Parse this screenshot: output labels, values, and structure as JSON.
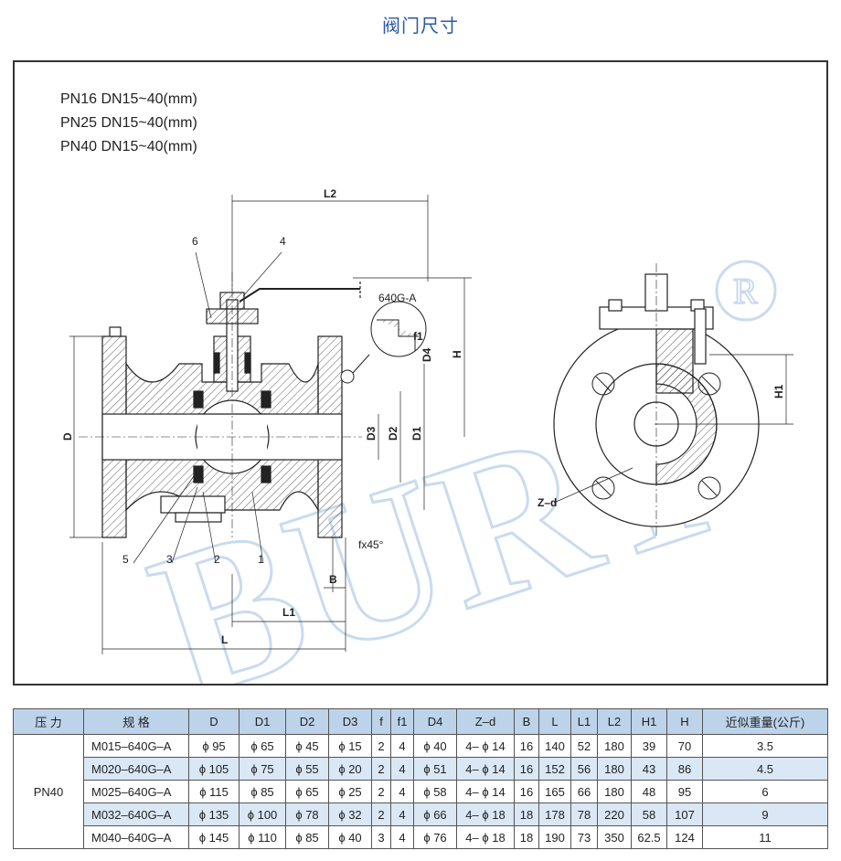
{
  "page": {
    "title": "阀门尺寸"
  },
  "drawing": {
    "specs": [
      "PN16  DN15~40(mm)",
      "PN25  DN15~40(mm)",
      "PN40  DN15~40(mm)"
    ],
    "model_code": "640G-A",
    "dimension_labels": {
      "L2": "L2",
      "H": "H",
      "D": "D",
      "D1": "D1",
      "D2": "D2",
      "D3": "D3",
      "D4": "D4",
      "f1": "f1",
      "fx45": "fx45°",
      "B": "B",
      "L1": "L1",
      "L": "L",
      "H1": "H1",
      "Zd": "Z–d"
    },
    "part_numbers": [
      "6",
      "4",
      "5",
      "3",
      "2",
      "1"
    ],
    "watermark": "BURY®"
  },
  "table": {
    "headers": [
      "压 力",
      "规 格",
      "D",
      "D1",
      "D2",
      "D3",
      "f",
      "f1",
      "D4",
      "Z–d",
      "B",
      "L",
      "L1",
      "L2",
      "H1",
      "H",
      "近似重量(公斤)"
    ],
    "pressure": "PN40",
    "rows": [
      [
        "M015–640G–A",
        "ϕ 95",
        "ϕ 65",
        "ϕ 45",
        "ϕ 15",
        "2",
        "4",
        "ϕ 40",
        "4– ϕ 14",
        "16",
        "140",
        "52",
        "180",
        "39",
        "70",
        "3.5"
      ],
      [
        "M020–640G–A",
        "ϕ 105",
        "ϕ 75",
        "ϕ 55",
        "ϕ 20",
        "2",
        "4",
        "ϕ 51",
        "4– ϕ 14",
        "16",
        "152",
        "56",
        "180",
        "43",
        "86",
        "4.5"
      ],
      [
        "M025–640G–A",
        "ϕ 115",
        "ϕ 85",
        "ϕ 65",
        "ϕ 25",
        "2",
        "4",
        "ϕ 58",
        "4– ϕ 14",
        "16",
        "165",
        "66",
        "180",
        "48",
        "95",
        "6"
      ],
      [
        "M032–640G–A",
        "ϕ 135",
        "ϕ 100",
        "ϕ 78",
        "ϕ 32",
        "2",
        "4",
        "ϕ 66",
        "4– ϕ 18",
        "18",
        "178",
        "78",
        "220",
        "58",
        "107",
        "9"
      ],
      [
        "M040–640G–A",
        "ϕ 145",
        "ϕ 110",
        "ϕ 85",
        "ϕ 40",
        "3",
        "4",
        "ϕ 76",
        "4– ϕ 18",
        "18",
        "190",
        "73",
        "350",
        "62.5",
        "124",
        "11"
      ]
    ]
  }
}
